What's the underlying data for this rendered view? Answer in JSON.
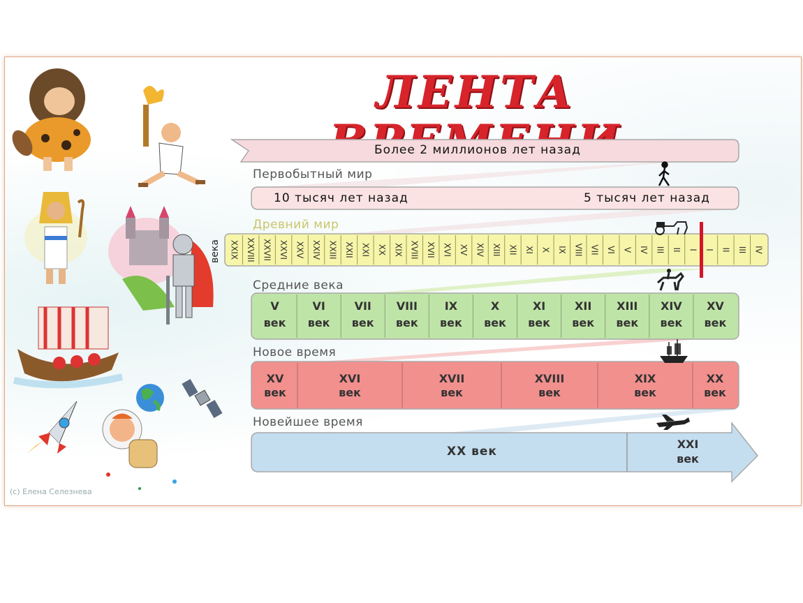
{
  "title": "ЛЕНТА ВРЕМЕНИ",
  "credit": "(c) Елена Селезнева",
  "band1": {
    "text": "Более 2 миллионов лет назад"
  },
  "band2": {
    "label": "Первобытный мир",
    "left_text": "10 тысяч лет назад",
    "right_text": "5 тысяч лет назад"
  },
  "band3": {
    "label": "Древний мир",
    "side_label": "века",
    "bc_centuries": [
      "XXIX",
      "XXVIII",
      "XXVII",
      "XXVI",
      "XXV",
      "XXIV",
      "XXIII",
      "XXII",
      "XXI",
      "XX",
      "XIX",
      "XVIII",
      "XVII",
      "XVI",
      "XV",
      "XIV",
      "XIII",
      "XII",
      "XI",
      "X",
      "IX",
      "VIII",
      "VII",
      "VI",
      "V",
      "IV",
      "III",
      "II",
      "I"
    ],
    "ad_centuries": [
      "I",
      "II",
      "III",
      "IV"
    ]
  },
  "band4": {
    "label": "Средние века",
    "cells": [
      [
        "V",
        "век"
      ],
      [
        "VI",
        "век"
      ],
      [
        "VII",
        "век"
      ],
      [
        "VIII",
        "век"
      ],
      [
        "IX",
        "век"
      ],
      [
        "X",
        "век"
      ],
      [
        "XI",
        "век"
      ],
      [
        "XII",
        "век"
      ],
      [
        "XIII",
        "век"
      ],
      [
        "XIV",
        "век"
      ],
      [
        "XV",
        "век"
      ]
    ]
  },
  "band5": {
    "label": "Новое время",
    "cells": [
      [
        "XV",
        "век"
      ],
      [
        "XVI",
        "век"
      ],
      [
        "XVII",
        "век"
      ],
      [
        "XVIII",
        "век"
      ],
      [
        "XIX",
        "век"
      ],
      [
        "XX",
        "век"
      ]
    ]
  },
  "band6": {
    "label": "Новейшее время",
    "cell1": "XX век",
    "cell2_line1": "XXI",
    "cell2_line2": "век"
  },
  "colors": {
    "title": "#d7242b",
    "band1": "#f6dadd",
    "band2": "#fbe3e3",
    "band3": "#f7f5a9",
    "band4": "#bfe4a7",
    "band5": "#f2908e",
    "band6": "#c4ddef",
    "marker": "#d3152a"
  },
  "icons": [
    "caveman-icon",
    "greek-runner-icon",
    "pharaoh-icon",
    "castle-icon",
    "knight-icon",
    "viking-ship-icon",
    "rocket-icon",
    "astronaut-icon",
    "globe-icon",
    "satellite-icon",
    "walking-man-icon",
    "chariot-icon",
    "horse-rider-icon",
    "sailing-ship-icon",
    "airplane-icon"
  ]
}
